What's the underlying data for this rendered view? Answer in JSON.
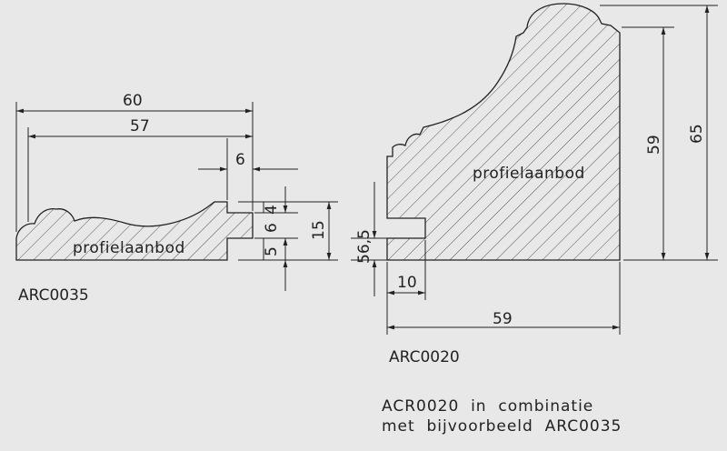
{
  "profiles": {
    "small": {
      "code": "ARC0035",
      "watermark": "profielaanbod",
      "dims": {
        "overall_width": "60",
        "inner_width": "57",
        "groove_depth": "6",
        "top_gap": "4",
        "groove_height": "6",
        "bottom_gap": "5",
        "total_height": "15"
      }
    },
    "large": {
      "code": "ARC0020",
      "watermark": "profielaanbod",
      "dims": {
        "width": "59",
        "groove_depth": "10",
        "groove_position": "56,5",
        "inner_height": "59",
        "total_height": "65"
      }
    }
  },
  "note": {
    "line1": "ACR0020  in  combinatie",
    "line2": "met  bijvoorbeeld  ARC0035"
  },
  "colors": {
    "background": "#e8e8e8",
    "line": "#222222",
    "hatch": "#555555"
  }
}
